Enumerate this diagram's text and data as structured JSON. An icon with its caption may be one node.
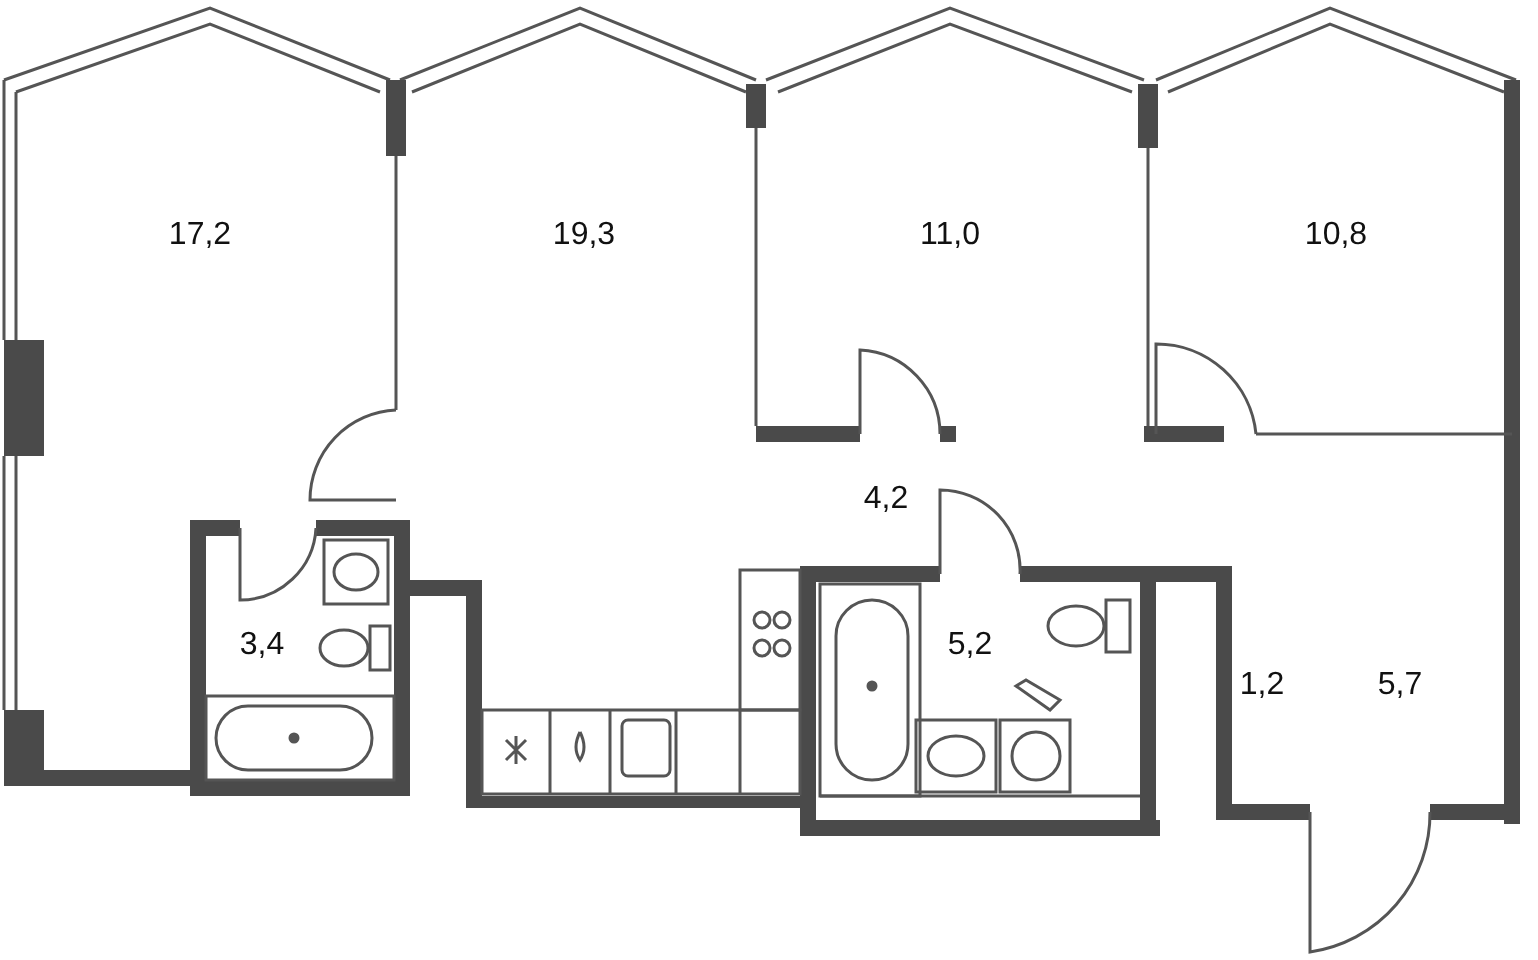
{
  "diagram": {
    "labels": [
      "17,2",
      "19,3",
      "11,0",
      "10,8",
      "4,2",
      "3,4",
      "5,2",
      "1,2",
      "5,7"
    ]
  }
}
